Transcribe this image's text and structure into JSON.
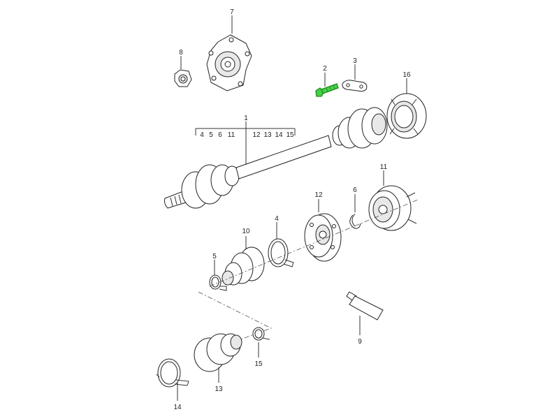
{
  "diagram": {
    "highlight_color": "#46d046",
    "labels": {
      "p1": "1",
      "p2": "2",
      "p3": "3",
      "p4": "4",
      "p5": "5",
      "p6": "6",
      "p7": "7",
      "p8": "8",
      "p9": "9",
      "p10": "10",
      "p11": "11",
      "p12": "12",
      "p13": "13",
      "p14": "14",
      "p15": "15",
      "p16": "16"
    },
    "sub_left": [
      "4",
      "5",
      "6",
      "11"
    ],
    "sub_right": [
      "12",
      "13",
      "14",
      "15"
    ],
    "highlighted_part": "2"
  }
}
